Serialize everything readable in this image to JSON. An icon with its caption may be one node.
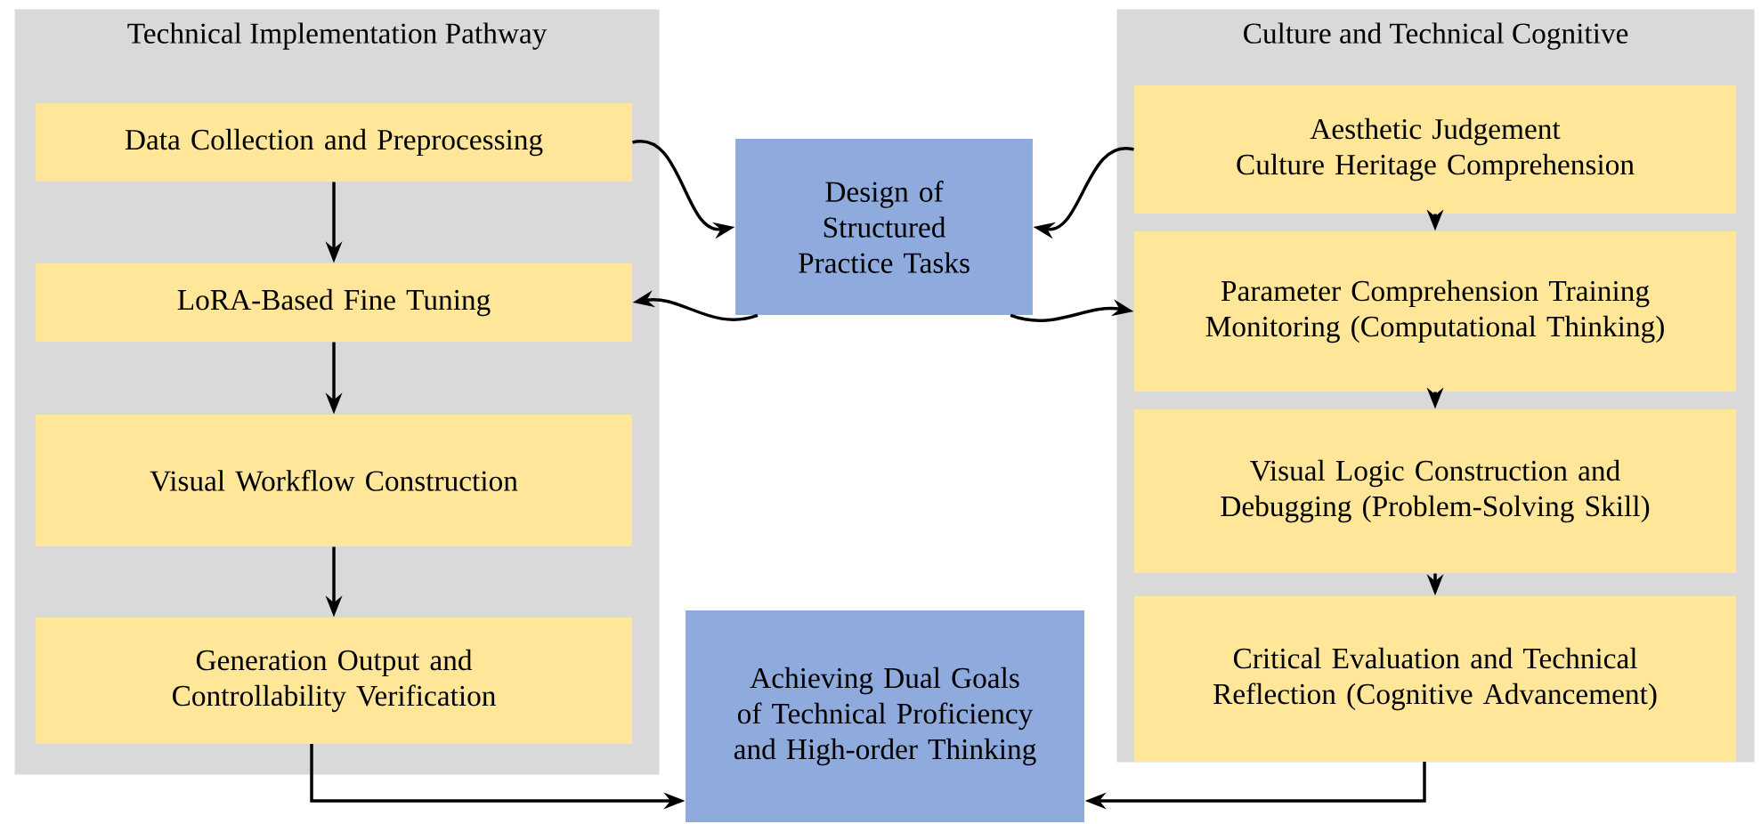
{
  "diagram": {
    "nodes": [
      {
        "text": [
          "Technical Implementation Pathway"
        ]
      },
      {
        "text": [
          "Data Collection and Preprocessing"
        ],
        "in": 0
      },
      {
        "text": [
          "LoRA-Based Fine Tuning"
        ],
        "in": 0
      },
      {
        "text": [
          "Visual Workflow Construction"
        ],
        "in": 0
      },
      {
        "text": [
          "Generation Output and Controllability Verification"
        ],
        "in": 0
      },
      {
        "text": [
          "Design of Structured Practice Tasks"
        ]
      },
      {
        "text": [
          "Achieving Dual Goals of Technical Proficiency and High-order Thinking"
        ]
      },
      {
        "text": [
          "Culture and Technical Cognitive"
        ]
      },
      {
        "text": [
          "Aesthetic Judgement",
          "Culture Heritage Comprehension"
        ],
        "in": 7
      },
      {
        "text": [
          "Parameter Comprehension Training Monitoring (Computational Thinking)"
        ],
        "in": 7
      },
      {
        "text": [
          "Visual Logic Construction and Debugging (Problem-Solving Skill)"
        ],
        "in": 7
      },
      {
        "text": [
          "Critical Evaluation and Technical Reflection (Cognitive Advancement)"
        ],
        "in": 7
      }
    ],
    "edges": [
      {
        "from": 1,
        "to": 2,
        "arrow": "to"
      },
      {
        "from": 2,
        "to": 3,
        "arrow": "to"
      },
      {
        "from": 3,
        "to": 4,
        "arrow": "to"
      },
      {
        "from": 1,
        "to": 5,
        "arrow": "to"
      },
      {
        "from": 5,
        "to": 2,
        "arrow": "to"
      },
      {
        "from": 8,
        "to": 5,
        "arrow": "to"
      },
      {
        "from": 5,
        "to": 9,
        "arrow": "to"
      },
      {
        "from": 8,
        "to": 9,
        "arrow": "to"
      },
      {
        "from": 9,
        "to": 10,
        "arrow": "to"
      },
      {
        "from": 10,
        "to": 11,
        "arrow": "to"
      },
      {
        "from": 4,
        "to": 6,
        "arrow": "to"
      },
      {
        "from": 11,
        "to": 6,
        "arrow": "to"
      }
    ]
  }
}
